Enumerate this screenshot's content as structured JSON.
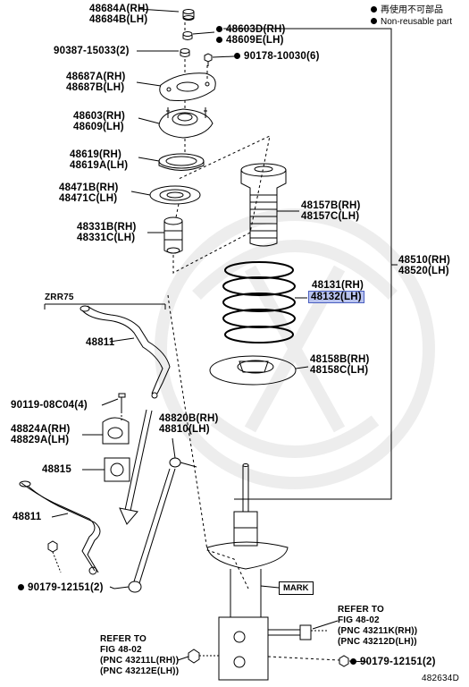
{
  "legend": {
    "jp": "再使用不可部品",
    "en": "Non-reusable part"
  },
  "labels": {
    "p48684": [
      "48684A(RH)",
      "48684B(LH)"
    ],
    "p48603d": "48603D(RH)",
    "p48609e": "48609E(LH)",
    "p90387": "90387-15033(2)",
    "p90178": "90178-10030(6)",
    "p48687": [
      "48687A(RH)",
      "48687B(LH)"
    ],
    "p48603": [
      "48603(RH)",
      "48609(LH)"
    ],
    "p48619": [
      "48619(RH)",
      "48619A(LH)"
    ],
    "p48471": [
      "48471B(RH)",
      "48471C(LH)"
    ],
    "p48331": [
      "48331B(RH)",
      "48331C(LH)"
    ],
    "p48157": [
      "48157B(RH)",
      "48157C(LH)"
    ],
    "p48510": [
      "48510(RH)",
      "48520(LH)"
    ],
    "p48131": "48131(RH)",
    "p48132": "48132(LH)",
    "p48158": [
      "48158B(RH)",
      "48158C(LH)"
    ],
    "zrr75": "ZRR75",
    "p48811a": "48811",
    "p90119": "90119-08C04(4)",
    "p48824": [
      "48824A(RH)",
      "48829A(LH)"
    ],
    "p48820": [
      "48820B(RH)",
      "48810(LH)"
    ],
    "p48815": "48815",
    "p48811b": "48811",
    "p90179a": "90179-12151(2)",
    "mark": "MARK",
    "refRight": [
      "REFER TO",
      "FIG 48-02",
      "(PNC 43211K(RH))",
      "(PNC 43212D(LH))"
    ],
    "p90179b": "90179-12151(2)",
    "refLeft": [
      "REFER TO",
      "FIG 48-02",
      "(PNC 43211L(RH))",
      "(PNC 43212E(LH))"
    ],
    "figId": "482634D"
  },
  "colors": {
    "ink": "#000000",
    "highlight": "#b9c3ee",
    "watermark": "#ececec"
  }
}
